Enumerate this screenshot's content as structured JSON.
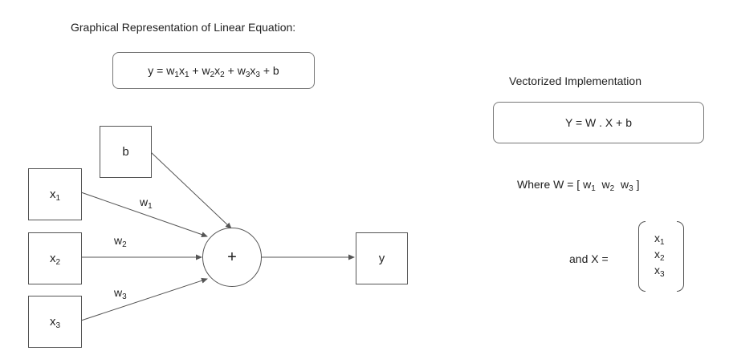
{
  "left_title": "Graphical Representation of Linear Equation:",
  "equation": {
    "prefix": "y = ",
    "terms": [
      {
        "w": "w",
        "wsub": "1",
        "x": "x",
        "xsub": "1"
      },
      {
        "w": "w",
        "wsub": "2",
        "x": "x",
        "xsub": "2"
      },
      {
        "w": "w",
        "wsub": "3",
        "x": "x",
        "xsub": "3"
      }
    ],
    "plus": " + ",
    "suffix": " + b"
  },
  "nodes": {
    "b": "b",
    "x1": {
      "base": "x",
      "sub": "1"
    },
    "x2": {
      "base": "x",
      "sub": "2"
    },
    "x3": {
      "base": "x",
      "sub": "3"
    },
    "sum": "+",
    "y": "y"
  },
  "weights": {
    "w1": {
      "base": "w",
      "sub": "1"
    },
    "w2": {
      "base": "w",
      "sub": "2"
    },
    "w3": {
      "base": "w",
      "sub": "3"
    }
  },
  "right_title": "Vectorized Implementation",
  "vector_equation": "Y = W . X + b",
  "where_w": {
    "prefix": "Where W = [ ",
    "items": [
      {
        "base": "w",
        "sub": "1"
      },
      {
        "base": "w",
        "sub": "2"
      },
      {
        "base": "w",
        "sub": "3"
      }
    ],
    "suffix": "]"
  },
  "and_x": {
    "prefix": "and X = ",
    "items": [
      {
        "base": "x",
        "sub": "1"
      },
      {
        "base": "x",
        "sub": "2"
      },
      {
        "base": "x",
        "sub": "3"
      }
    ]
  }
}
